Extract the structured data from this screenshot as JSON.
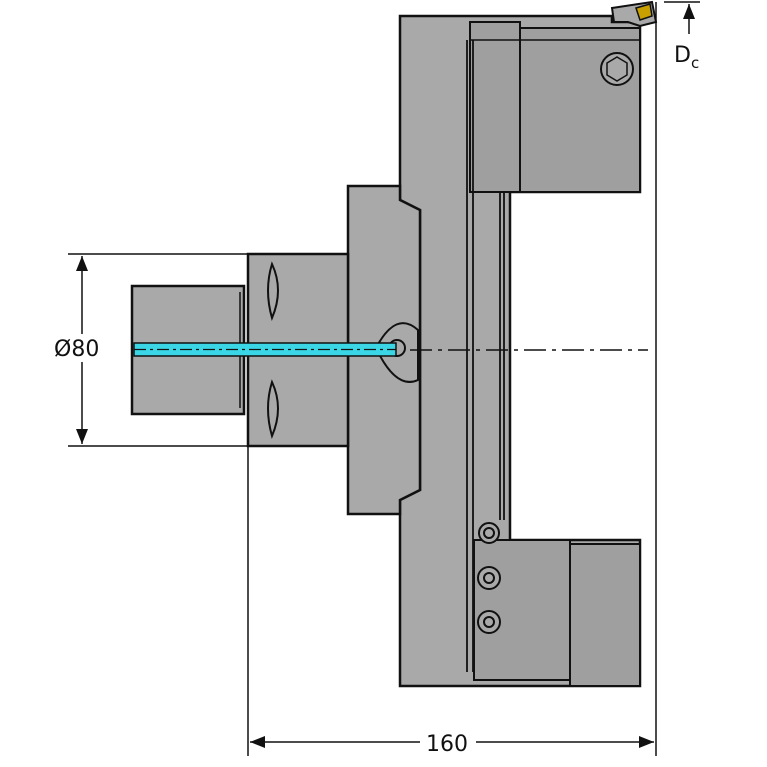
{
  "dimensions": {
    "diameter_label": "Ø80",
    "length_label": "160",
    "cutting_diameter_main": "D",
    "cutting_diameter_sub": "c"
  },
  "colors": {
    "body": "#a9a9a9",
    "body_dark": "#9a9a9a",
    "outline": "#111111",
    "coolant": "#3ad6e6",
    "insert": "#c8a000",
    "background": "#ffffff"
  }
}
